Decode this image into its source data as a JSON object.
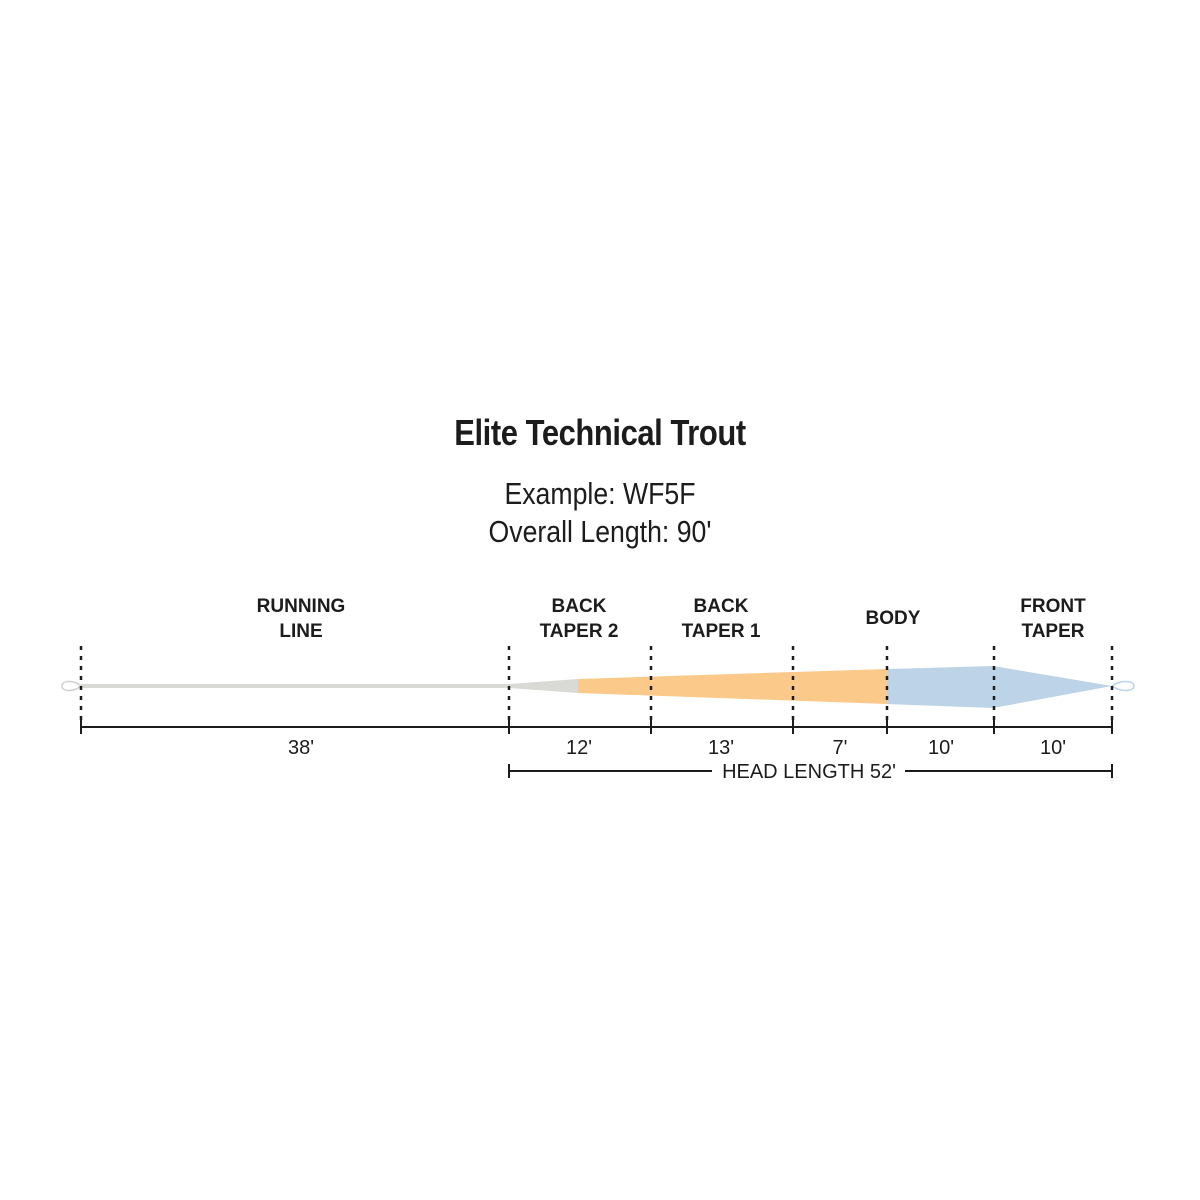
{
  "header": {
    "title": "Elite Technical Trout",
    "example": "Example: WF5F",
    "overall_length": "Overall Length: 90'"
  },
  "segments": [
    {
      "label_line1": "RUNNING",
      "label_line2": "LINE",
      "length": "38'",
      "color": "#d9d9d6"
    },
    {
      "label_line1": "BACK",
      "label_line2": "TAPER 2",
      "length": "12'",
      "color": "#fbc98a"
    },
    {
      "label_line1": "BACK",
      "label_line2": "TAPER 1",
      "length": "13'",
      "color": "#fbc98a"
    },
    {
      "label_line1": "BODY",
      "label_line2": "",
      "length": "7'",
      "color": "#fbc98a"
    },
    {
      "label_line1": "",
      "label_line2": "",
      "length": "10'",
      "color": "#bcd3e8"
    },
    {
      "label_line1": "FRONT",
      "label_line2": "TAPER",
      "length": "10'",
      "color": "#bcd3e8"
    }
  ],
  "head_length": "HEAD LENGTH 52'",
  "colors": {
    "running_line": "#d9d9d6",
    "back_taper": "#fbc98a",
    "body_front": "#bcd3e8",
    "ink": "#1c1c1c"
  }
}
